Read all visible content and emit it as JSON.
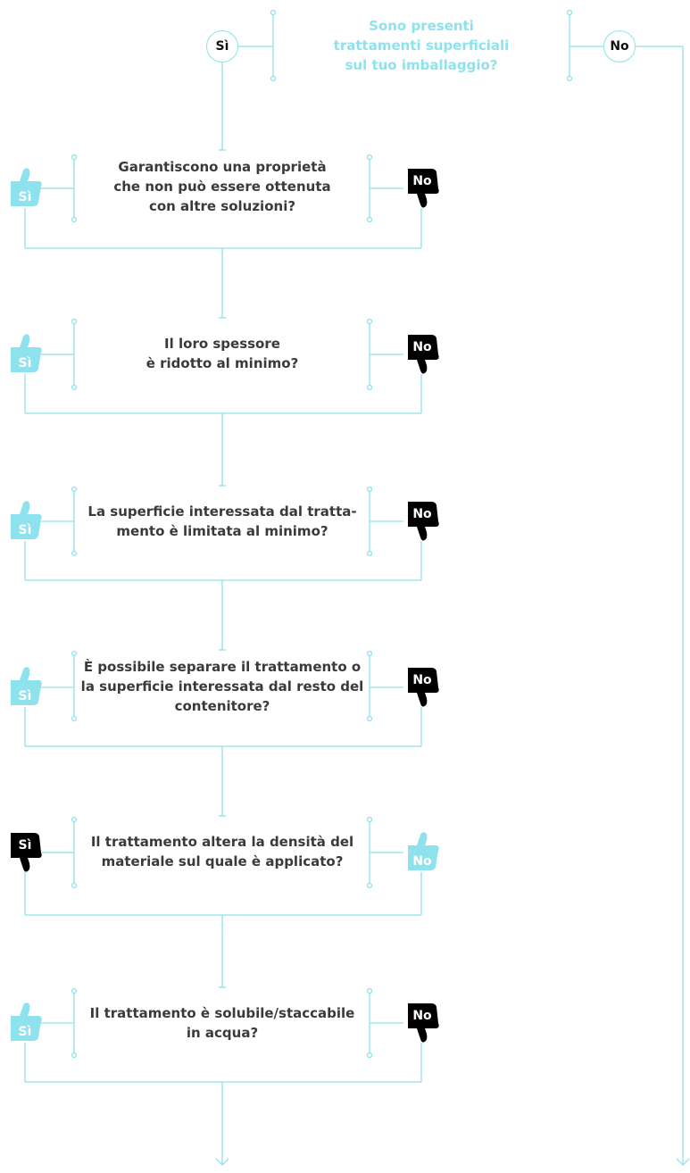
{
  "colors": {
    "accent": "#8ee2ee",
    "line": "#8ee2ee",
    "text": "#3a3a3a",
    "negative": "#000000"
  },
  "header": {
    "question": "Sono presenti\ntrattamenti superficiali\nsul tuo imballaggio?",
    "yes_label": "Sì",
    "no_label": "No"
  },
  "questions": [
    {
      "text": "Garantiscono una proprietà\nche non può essere ottenuta\ncon altre soluzioni?",
      "left_label": "Sì",
      "left_icon": "thumb-up-icon",
      "right_label": "No",
      "right_icon": "thumb-down-icon"
    },
    {
      "text": "Il loro spessore\nè ridotto al minimo?",
      "left_label": "Sì",
      "left_icon": "thumb-up-icon",
      "right_label": "No",
      "right_icon": "thumb-down-icon"
    },
    {
      "text": "La superficie interessata dal tratta-\nmento è limitata al minimo?",
      "left_label": "Sì",
      "left_icon": "thumb-up-icon",
      "right_label": "No",
      "right_icon": "thumb-down-icon"
    },
    {
      "text": "È possibile separare il trattamento o\nla superficie interessata dal resto del\ncontenitore?",
      "left_label": "Sì",
      "left_icon": "thumb-up-icon",
      "right_label": "No",
      "right_icon": "thumb-down-icon"
    },
    {
      "text": "Il trattamento altera la densità del\nmateriale sul quale è applicato?",
      "left_label": "Sì",
      "left_icon": "thumb-down-icon",
      "right_label": "No",
      "right_icon": "thumb-up-icon"
    },
    {
      "text": "Il trattamento è solubile/staccabile\nin acqua?",
      "left_label": "Sì",
      "left_icon": "thumb-up-icon",
      "right_label": "No",
      "right_icon": "thumb-down-icon"
    }
  ]
}
